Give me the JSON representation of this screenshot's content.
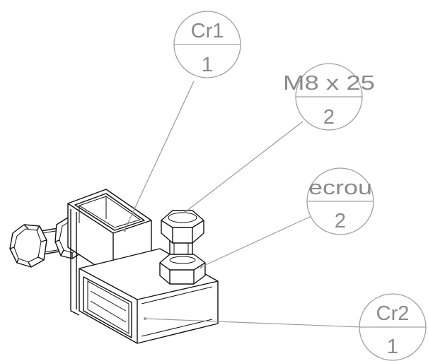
{
  "balloons": [
    {
      "id": "cr1",
      "top": "Cr1",
      "bottom": "1"
    },
    {
      "id": "m8x25",
      "top": "M8 x 25",
      "bottom": "2"
    },
    {
      "id": "ecrou",
      "top": "ecrou",
      "bottom": "2"
    },
    {
      "id": "cr2",
      "top": "Cr2",
      "bottom": "1"
    }
  ]
}
